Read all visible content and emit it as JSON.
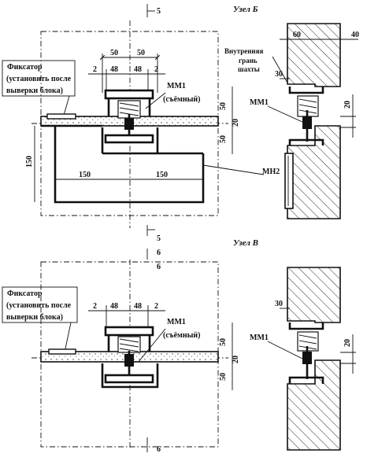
{
  "node_b": {
    "title": "Узел Б",
    "section_top": "5",
    "section_bottom": "5",
    "section_next": "6",
    "fixator_line1": "Фиксатор",
    "fixator_line2": "(установить после",
    "fixator_line3": "выверки блока)",
    "mm1": "ММ1",
    "removable": "(съёмный)",
    "mn2": "МН2",
    "inner_face_line1": "Внутренняя",
    "inner_face_line2": "грань",
    "inner_face_line3": "шахты",
    "mm1_side": "ММ1",
    "dims": {
      "d50a": "50",
      "d50b": "50",
      "d2a": "2",
      "d48a": "48",
      "d48b": "48",
      "d2b": "2",
      "d150h1": "150",
      "d150h2": "150",
      "d150v": "150",
      "d50v1": "50",
      "d20v": "20",
      "d50v2": "50",
      "d60": "60",
      "d40": "40",
      "d30": "30",
      "d20side": "20"
    }
  },
  "node_v": {
    "title": "Узел В",
    "section_top": "6",
    "section_bottom": "6",
    "fixator_line1": "Фиксатор",
    "fixator_line2": "(установить после",
    "fixator_line3": "выверки блока)",
    "mm1": "ММ1",
    "removable": "(съёмный)",
    "mm1_side": "ММ1",
    "dims": {
      "d2a": "2",
      "d48a": "48",
      "d48b": "48",
      "d2b": "2",
      "d50v1": "50",
      "d20v": "20",
      "d50v2": "50",
      "d30": "30",
      "d20side": "20"
    }
  }
}
